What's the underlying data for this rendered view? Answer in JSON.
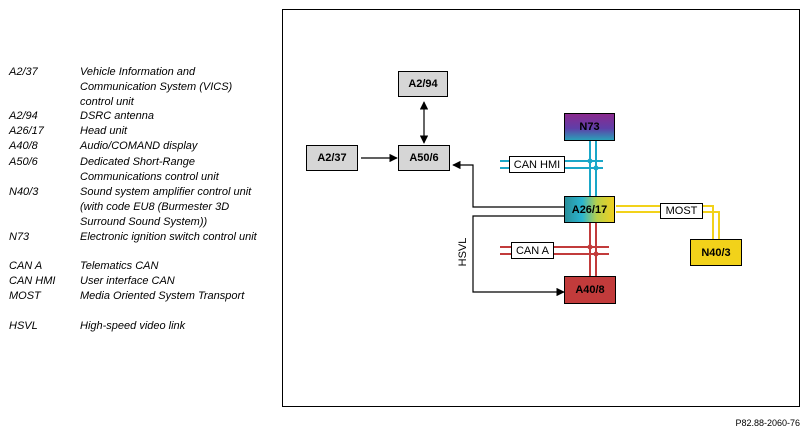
{
  "legend": [
    {
      "code": "A2/37",
      "desc": "Vehicle Information and Communication System (VICS) control unit"
    },
    {
      "code": "A2/94",
      "desc": "DSRC antenna"
    },
    {
      "code": "A26/17",
      "desc": "Head unit"
    },
    {
      "code": "A40/8",
      "desc": "Audio/COMAND display"
    },
    {
      "code": "A50/6",
      "desc": "Dedicated Short-Range Communications control unit"
    },
    {
      "code": "N40/3",
      "desc": "Sound system amplifier control unit (with code EU8 (Burmester 3D Surround Sound System))"
    },
    {
      "code": "N73",
      "desc": "Electronic ignition switch control unit"
    },
    {
      "code": "CAN A",
      "desc": "Telematics CAN"
    },
    {
      "code": "CAN HMI",
      "desc": "User interface CAN"
    },
    {
      "code": "MOST",
      "desc": "Media Oriented System Transport"
    },
    {
      "code": "HSVL",
      "desc": "High-speed video link"
    }
  ],
  "diagram": {
    "blocks": {
      "a2_94": "A2/94",
      "a2_37": "A2/37",
      "a50_6": "A50/6",
      "n73": "N73",
      "a26_17": "A26/17",
      "n40_3": "N40/3",
      "a40_8": "A40/8"
    },
    "bus_labels": {
      "can_hmi": "CAN HMI",
      "can_a": "CAN A",
      "most": "MOST",
      "hsvl": "HSVL"
    },
    "colors": {
      "can_hmi": "#1aa7c8",
      "can_a": "#c23b3b",
      "most": "#f2d21a",
      "grey_block": "#d6d6d6",
      "n40_3_fill": "#f2d21a",
      "a40_8_fill": "#c23b3b"
    }
  },
  "figure_id": "P82.88-2060-76"
}
